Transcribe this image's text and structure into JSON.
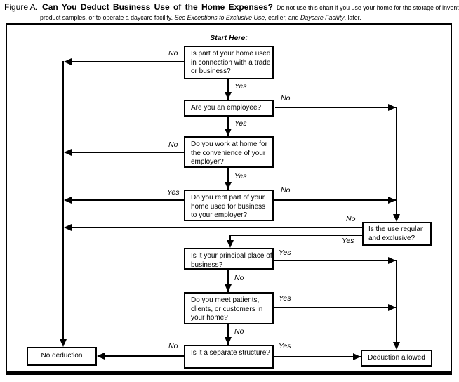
{
  "title": {
    "figure_label": "Figure A.",
    "heading": "Can You Deduct Business Use of the Home Expenses?",
    "note_1": "Do not use this chart if you use your home for the storage of inventory or product samples, or to operate a daycare facility. ",
    "note_italic_1": "See Exceptions to Exclusive Use",
    "note_2": ", earlier, and ",
    "note_italic_2": "Daycare Facility",
    "note_3": ", later."
  },
  "flowchart": {
    "start_label": "Start Here:",
    "nodes": {
      "q1": "Is part of your home used in connection with a trade or business?",
      "q2": "Are you an employee?",
      "q3": "Do you work at home for the convenience of your employer?",
      "q4": "Do you rent part of your home used for business to your employer?",
      "q5": "Is the use regular and exclusive?",
      "q6": "Is it your principal place of business?",
      "q7": "Do you meet patients, clients, or customers in your home?",
      "q8": "Is it a separate structure?",
      "no_deduction": "No deduction",
      "deduction_allowed": "Deduction allowed"
    },
    "labels": {
      "q1_no": "No",
      "q1_yes": "Yes",
      "q2_no": "No",
      "q2_yes": "Yes",
      "q3_no": "No",
      "q3_yes": "Yes",
      "q4_yes": "Yes",
      "q4_no": "No",
      "q5_no": "No",
      "q5_yes": "Yes",
      "q6_yes": "Yes",
      "q6_no": "No",
      "q7_yes": "Yes",
      "q7_no": "No",
      "q8_no": "No",
      "q8_yes": "Yes"
    },
    "colors": {
      "line": "#000000",
      "background": "#ffffff"
    }
  }
}
